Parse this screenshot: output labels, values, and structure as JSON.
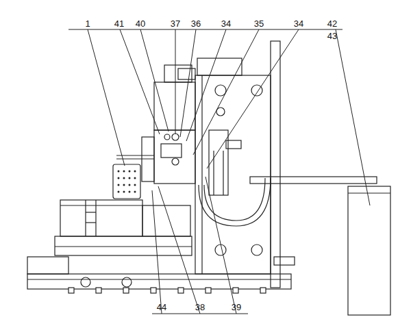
{
  "diagram": {
    "labels": [
      "1",
      "41",
      "40",
      "37",
      "36",
      "34",
      "35",
      "34",
      "42",
      "43",
      "44",
      "38",
      "39"
    ]
  }
}
